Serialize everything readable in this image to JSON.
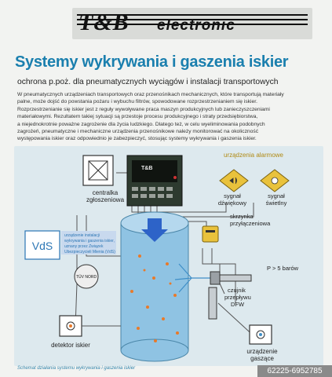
{
  "logo": {
    "brand": "T&B",
    "sub": "electronic"
  },
  "title": "Systemy wykrywania i gaszenia iskier",
  "subtitle": "ochrona p.poż. dla pneumatycznych wyciągów i instalacji transportowych",
  "paragraph_lines": [
    "W pneumatycznych urządzeniach transportowych oraz przenośnikach mechanicznych, które transportują materiały",
    "palne, może dojść do powstania pożaru i wybuchu filtrów, spowodowane rozprzestrzenianiem się iskier.",
    "Rozprzestrzenianie się iskier jest z reguły wywoływane praca maszyn produkcyjnych lub zanieczyszczeniami",
    "materiałowymi. Rezultatem takiej sytuacji są przestoje procesu produkcyjnego i straty przedsiębiorstwa,",
    "a niejednokrotnie poważne zagrożenie dla życia ludzkiego. Dlatego też, w celu wyeliminowania podobnych",
    "zagrożeń, pneumatyczne i mechaniczne urządzenia przenośnikowe należy monitorować na okoliczność",
    "występowania iskier oraz odpowiednio je zabezpieczyć, stosując systemy wykrywania i gaszenia iskier."
  ],
  "diagram": {
    "central_line1": "centralka",
    "central_line2": "zgłoszeniowa",
    "alarm_title": "urządzenia alarmowe",
    "sound_line1": "sygnał",
    "sound_line2": "dźwiękowy",
    "light_line1": "sygnał",
    "light_line2": "świetlny",
    "junction_line1": "skrzynka",
    "junction_line2": "przyłączeniowa",
    "vds_logo": "VdS",
    "vds_lines": [
      "urządzenie instalacji",
      "wykrywania i gaszenia iskier,",
      "uznany przez Związek",
      "Ubezpieczycieli Mienia (VdS)"
    ],
    "tuv_text": "TÜV NORD",
    "pressure": "P > 5 barów",
    "flow_line1": "czujnik",
    "flow_line2": "przepływu",
    "flow_line3": "DFW",
    "detector": "detektor iskier",
    "extinguisher_line1": "urządzenie",
    "extinguisher_line2": "gaszące",
    "device_brand": "T&B"
  },
  "caption": "Schemat działania systemu wykrywania i gaszenia iskier",
  "watermark": "62225-6952785",
  "colors": {
    "title": "#1a7fae",
    "diagram_bg": "#dde9ee",
    "alarm_yellow": "#e9c23c",
    "duct_blue": "#8fc3e3",
    "spark": "#e87a2a"
  }
}
